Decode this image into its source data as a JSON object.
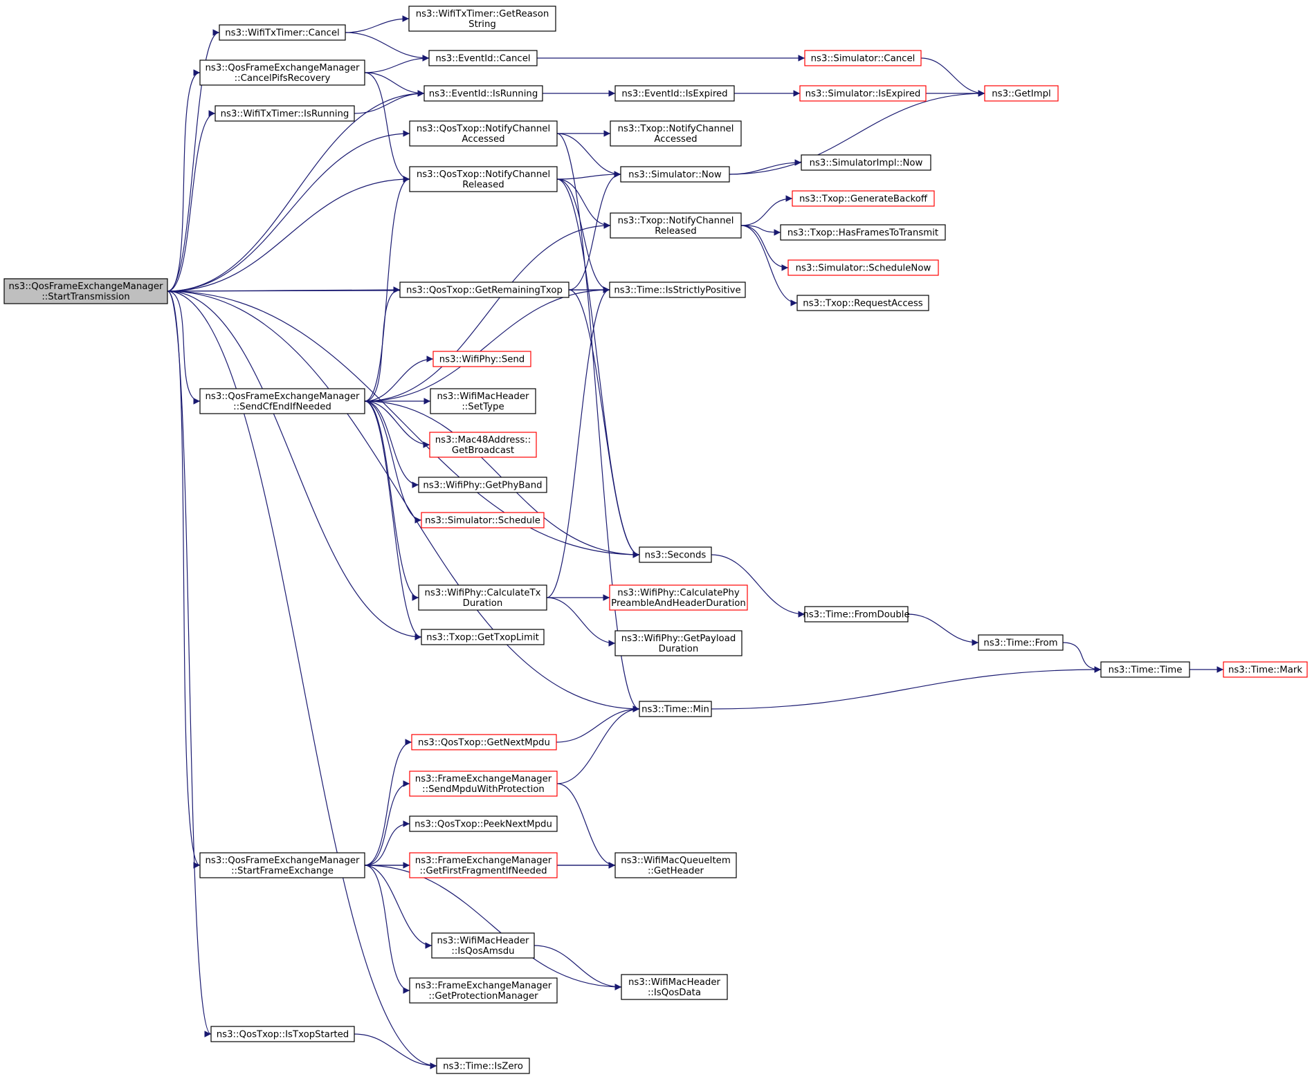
{
  "colors": {
    "edge": "#191970",
    "border": "#000000",
    "border_truncated": "#ff0000",
    "root_fill": "#bfbfbf",
    "node_fill": "#ffffff"
  },
  "nodes": [
    {
      "id": "n0",
      "lines": [
        "ns3::QosFrameExchangeManager",
        "::StartTransmission"
      ],
      "root": true
    },
    {
      "id": "n1",
      "lines": [
        "ns3::WifiTxTimer::Cancel"
      ]
    },
    {
      "id": "n2",
      "lines": [
        "ns3::WifiTxTimer::GetReason",
        "String"
      ]
    },
    {
      "id": "n3",
      "lines": [
        "ns3::EventId::Cancel"
      ]
    },
    {
      "id": "n4",
      "lines": [
        "ns3::Simulator::Cancel"
      ],
      "truncated": true
    },
    {
      "id": "n5",
      "lines": [
        "ns3::GetImpl"
      ],
      "truncated": true
    },
    {
      "id": "n6",
      "lines": [
        "ns3::QosFrameExchangeManager",
        "::CancelPifsRecovery"
      ]
    },
    {
      "id": "n7",
      "lines": [
        "ns3::EventId::IsRunning"
      ]
    },
    {
      "id": "n8",
      "lines": [
        "ns3::EventId::IsExpired"
      ]
    },
    {
      "id": "n9",
      "lines": [
        "ns3::Simulator::IsExpired"
      ],
      "truncated": true
    },
    {
      "id": "n10",
      "lines": [
        "ns3::WifiTxTimer::IsRunning"
      ]
    },
    {
      "id": "n11",
      "lines": [
        "ns3::QosTxop::NotifyChannel",
        "Accessed"
      ]
    },
    {
      "id": "n12",
      "lines": [
        "ns3::Txop::NotifyChannel",
        "Accessed"
      ]
    },
    {
      "id": "n13",
      "lines": [
        "ns3::Simulator::Now"
      ]
    },
    {
      "id": "n14",
      "lines": [
        "ns3::SimulatorImpl::Now"
      ]
    },
    {
      "id": "n15",
      "lines": [
        "ns3::QosTxop::NotifyChannel",
        "Released"
      ]
    },
    {
      "id": "n16",
      "lines": [
        "ns3::Txop::NotifyChannel",
        "Released"
      ]
    },
    {
      "id": "n17",
      "lines": [
        "ns3::Txop::GenerateBackoff"
      ],
      "truncated": true
    },
    {
      "id": "n18",
      "lines": [
        "ns3::Txop::HasFramesToTransmit"
      ]
    },
    {
      "id": "n19",
      "lines": [
        "ns3::Simulator::ScheduleNow"
      ],
      "truncated": true
    },
    {
      "id": "n20",
      "lines": [
        "ns3::Txop::RequestAccess"
      ]
    },
    {
      "id": "n21",
      "lines": [
        "ns3::QosTxop::GetRemainingTxop"
      ]
    },
    {
      "id": "n22",
      "lines": [
        "ns3::Time::IsStrictlyPositive"
      ]
    },
    {
      "id": "n23",
      "lines": [
        "ns3::WifiPhy::Send"
      ],
      "truncated": true
    },
    {
      "id": "n24",
      "lines": [
        "ns3::QosFrameExchangeManager",
        "::SendCfEndIfNeeded"
      ]
    },
    {
      "id": "n25",
      "lines": [
        "ns3::WifiMacHeader",
        "::SetType"
      ]
    },
    {
      "id": "n26",
      "lines": [
        "ns3::Mac48Address::",
        "GetBroadcast"
      ],
      "truncated": true
    },
    {
      "id": "n27",
      "lines": [
        "ns3::WifiPhy::GetPhyBand"
      ]
    },
    {
      "id": "n28",
      "lines": [
        "ns3::Simulator::Schedule"
      ],
      "truncated": true
    },
    {
      "id": "n29",
      "lines": [
        "ns3::Seconds"
      ]
    },
    {
      "id": "n30",
      "lines": [
        "ns3::WifiPhy::CalculateTx",
        "Duration"
      ]
    },
    {
      "id": "n31",
      "lines": [
        "ns3::WifiPhy::CalculatePhy",
        "PreambleAndHeaderDuration"
      ],
      "truncated": true
    },
    {
      "id": "n32",
      "lines": [
        "ns3::Time::FromDouble"
      ]
    },
    {
      "id": "n33",
      "lines": [
        "ns3::Txop::GetTxopLimit"
      ]
    },
    {
      "id": "n34",
      "lines": [
        "ns3::WifiPhy::GetPayload",
        "Duration"
      ]
    },
    {
      "id": "n35",
      "lines": [
        "ns3::Time::From"
      ]
    },
    {
      "id": "n36",
      "lines": [
        "ns3::Time::Time"
      ]
    },
    {
      "id": "n37",
      "lines": [
        "ns3::Time::Mark"
      ],
      "truncated": true
    },
    {
      "id": "n38",
      "lines": [
        "ns3::Time::Min"
      ]
    },
    {
      "id": "n39",
      "lines": [
        "ns3::QosTxop::GetNextMpdu"
      ],
      "truncated": true
    },
    {
      "id": "n40",
      "lines": [
        "ns3::FrameExchangeManager",
        "::SendMpduWithProtection"
      ],
      "truncated": true
    },
    {
      "id": "n41",
      "lines": [
        "ns3::QosTxop::PeekNextMpdu"
      ]
    },
    {
      "id": "n42",
      "lines": [
        "ns3::QosFrameExchangeManager",
        "::StartFrameExchange"
      ]
    },
    {
      "id": "n43",
      "lines": [
        "ns3::FrameExchangeManager",
        "::GetFirstFragmentIfNeeded"
      ],
      "truncated": true
    },
    {
      "id": "n44",
      "lines": [
        "ns3::WifiMacQueueItem",
        "::GetHeader"
      ]
    },
    {
      "id": "n45",
      "lines": [
        "ns3::WifiMacHeader",
        "::IsQosAmsdu"
      ]
    },
    {
      "id": "n46",
      "lines": [
        "ns3::WifiMacHeader",
        "::IsQosData"
      ]
    },
    {
      "id": "n47",
      "lines": [
        "ns3::FrameExchangeManager",
        "::GetProtectionManager"
      ]
    },
    {
      "id": "n48",
      "lines": [
        "ns3::QosTxop::IsTxopStarted"
      ]
    },
    {
      "id": "n49",
      "lines": [
        "ns3::Time::IsZero"
      ]
    }
  ],
  "edges": [
    [
      "n0",
      "n1"
    ],
    [
      "n0",
      "n6"
    ],
    [
      "n0",
      "n10"
    ],
    [
      "n0",
      "n7"
    ],
    [
      "n0",
      "n11"
    ],
    [
      "n0",
      "n15"
    ],
    [
      "n0",
      "n22"
    ],
    [
      "n0",
      "n21"
    ],
    [
      "n0",
      "n24"
    ],
    [
      "n0",
      "n33"
    ],
    [
      "n0",
      "n29"
    ],
    [
      "n0",
      "n38"
    ],
    [
      "n0",
      "n42"
    ],
    [
      "n0",
      "n48"
    ],
    [
      "n0",
      "n49"
    ],
    [
      "n1",
      "n2"
    ],
    [
      "n1",
      "n3"
    ],
    [
      "n3",
      "n4"
    ],
    [
      "n4",
      "n5"
    ],
    [
      "n6",
      "n3"
    ],
    [
      "n6",
      "n7"
    ],
    [
      "n6",
      "n15"
    ],
    [
      "n7",
      "n8"
    ],
    [
      "n8",
      "n9"
    ],
    [
      "n9",
      "n5"
    ],
    [
      "n10",
      "n7"
    ],
    [
      "n11",
      "n12"
    ],
    [
      "n11",
      "n13"
    ],
    [
      "n11",
      "n38"
    ],
    [
      "n13",
      "n5"
    ],
    [
      "n13",
      "n14"
    ],
    [
      "n15",
      "n13"
    ],
    [
      "n15",
      "n16"
    ],
    [
      "n15",
      "n22"
    ],
    [
      "n15",
      "n29"
    ],
    [
      "n16",
      "n17"
    ],
    [
      "n16",
      "n18"
    ],
    [
      "n16",
      "n19"
    ],
    [
      "n16",
      "n20"
    ],
    [
      "n21",
      "n22"
    ],
    [
      "n21",
      "n13"
    ],
    [
      "n21",
      "n29"
    ],
    [
      "n24",
      "n15"
    ],
    [
      "n24",
      "n16"
    ],
    [
      "n24",
      "n21"
    ],
    [
      "n24",
      "n22"
    ],
    [
      "n24",
      "n23"
    ],
    [
      "n24",
      "n25"
    ],
    [
      "n24",
      "n26"
    ],
    [
      "n24",
      "n27"
    ],
    [
      "n24",
      "n28"
    ],
    [
      "n24",
      "n29"
    ],
    [
      "n24",
      "n30"
    ],
    [
      "n24",
      "n33"
    ],
    [
      "n30",
      "n31"
    ],
    [
      "n30",
      "n34"
    ],
    [
      "n30",
      "n22"
    ],
    [
      "n29",
      "n32"
    ],
    [
      "n32",
      "n35"
    ],
    [
      "n35",
      "n36"
    ],
    [
      "n36",
      "n37"
    ],
    [
      "n38",
      "n36"
    ],
    [
      "n42",
      "n39"
    ],
    [
      "n42",
      "n40"
    ],
    [
      "n42",
      "n41"
    ],
    [
      "n42",
      "n43"
    ],
    [
      "n42",
      "n44"
    ],
    [
      "n42",
      "n45"
    ],
    [
      "n42",
      "n46"
    ],
    [
      "n42",
      "n47"
    ],
    [
      "n39",
      "n38"
    ],
    [
      "n40",
      "n38"
    ],
    [
      "n40",
      "n44"
    ],
    [
      "n43",
      "n44"
    ],
    [
      "n45",
      "n46"
    ],
    [
      "n48",
      "n49"
    ]
  ]
}
